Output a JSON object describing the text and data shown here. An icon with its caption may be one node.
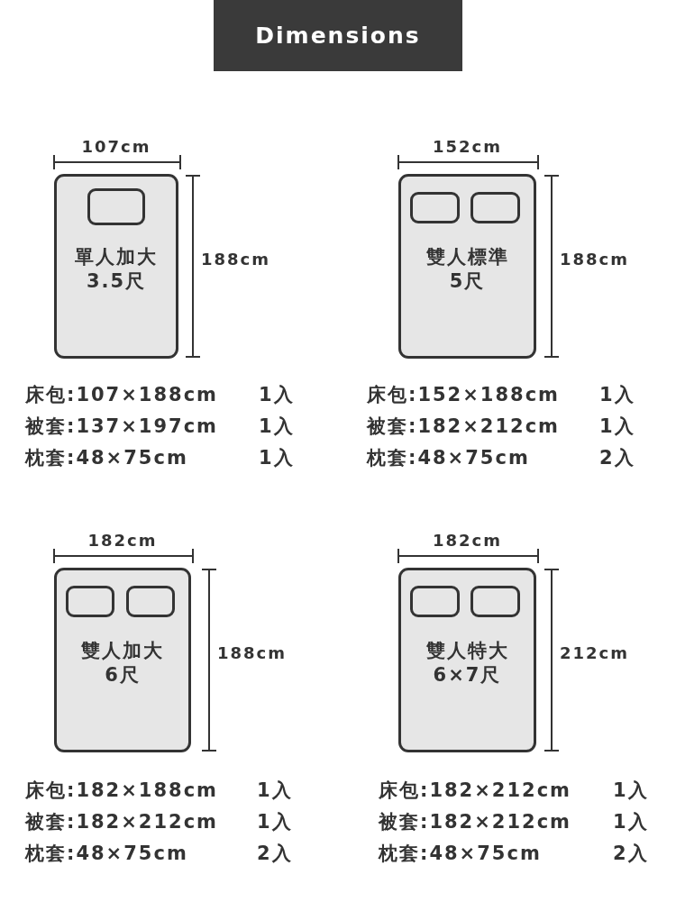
{
  "diagram": {
    "title": "Dimensions",
    "nodes": [
      {
        "text": [
          "單人加大",
          "3.5尺"
        ]
      },
      {
        "text": [
          "雙人標準",
          "5尺"
        ]
      },
      {
        "text": [
          "雙人加大",
          "6尺"
        ]
      },
      {
        "text": [
          "雙人特大",
          "6×7尺"
        ]
      }
    ],
    "labels": [
      "107cm",
      "188cm",
      "床包:107×188cm",
      "1入",
      "被套:137×197cm",
      "1入",
      "枕套:48×75cm",
      "1入",
      "152cm",
      "188cm",
      "床包:152×188cm",
      "1入",
      "被套:182×212cm",
      "1入",
      "枕套:48×75cm",
      "2入",
      "182cm",
      "188cm",
      "床包:182×188cm",
      "1入",
      "被套:182×212cm",
      "1入",
      "枕套:48×75cm",
      "2入",
      "182cm",
      "212cm",
      "床包:182×212cm",
      "1入",
      "被套:182×212cm",
      "1入",
      "枕套:48×75cm",
      "2入"
    ]
  }
}
